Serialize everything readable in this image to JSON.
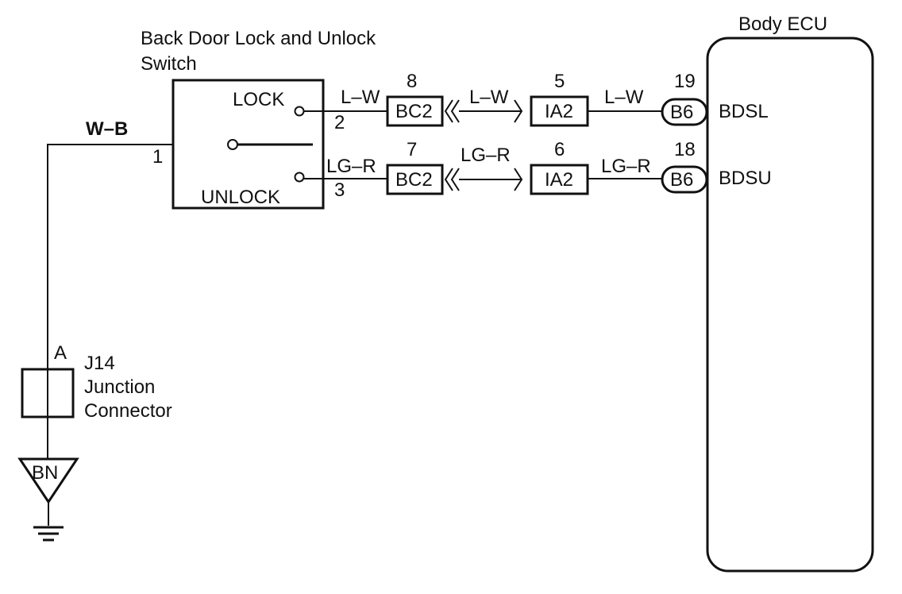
{
  "switch": {
    "title_line1": "Back Door Lock and Unlock",
    "title_line2": "Switch",
    "lock_label": "LOCK",
    "unlock_label": "UNLOCK",
    "pin_common": "1",
    "pin_lock": "2",
    "pin_unlock": "3"
  },
  "ground_wire": {
    "color_label": "W–B"
  },
  "lock_circuit": {
    "wire_switch": "L–W",
    "conn1_name": "BC2",
    "conn1_pin": "8",
    "wire_mid": "L–W",
    "conn2_name": "IA2",
    "conn2_pin": "5",
    "wire_ecu": "L–W",
    "ecu_conn_name": "B6",
    "ecu_pin": "19",
    "ecu_terminal": "BDSL"
  },
  "unlock_circuit": {
    "wire_switch": "LG–R",
    "conn1_name": "BC2",
    "conn1_pin": "7",
    "wire_mid": "LG–R",
    "conn2_name": "IA2",
    "conn2_pin": "6",
    "wire_ecu": "LG–R",
    "ecu_conn_name": "B6",
    "ecu_pin": "18",
    "ecu_terminal": "BDSU"
  },
  "ecu": {
    "title": "Body ECU"
  },
  "junction": {
    "pin": "A",
    "line1": "J14",
    "line2": "Junction",
    "line3": "Connector"
  },
  "ground_point": {
    "label": "BN"
  }
}
